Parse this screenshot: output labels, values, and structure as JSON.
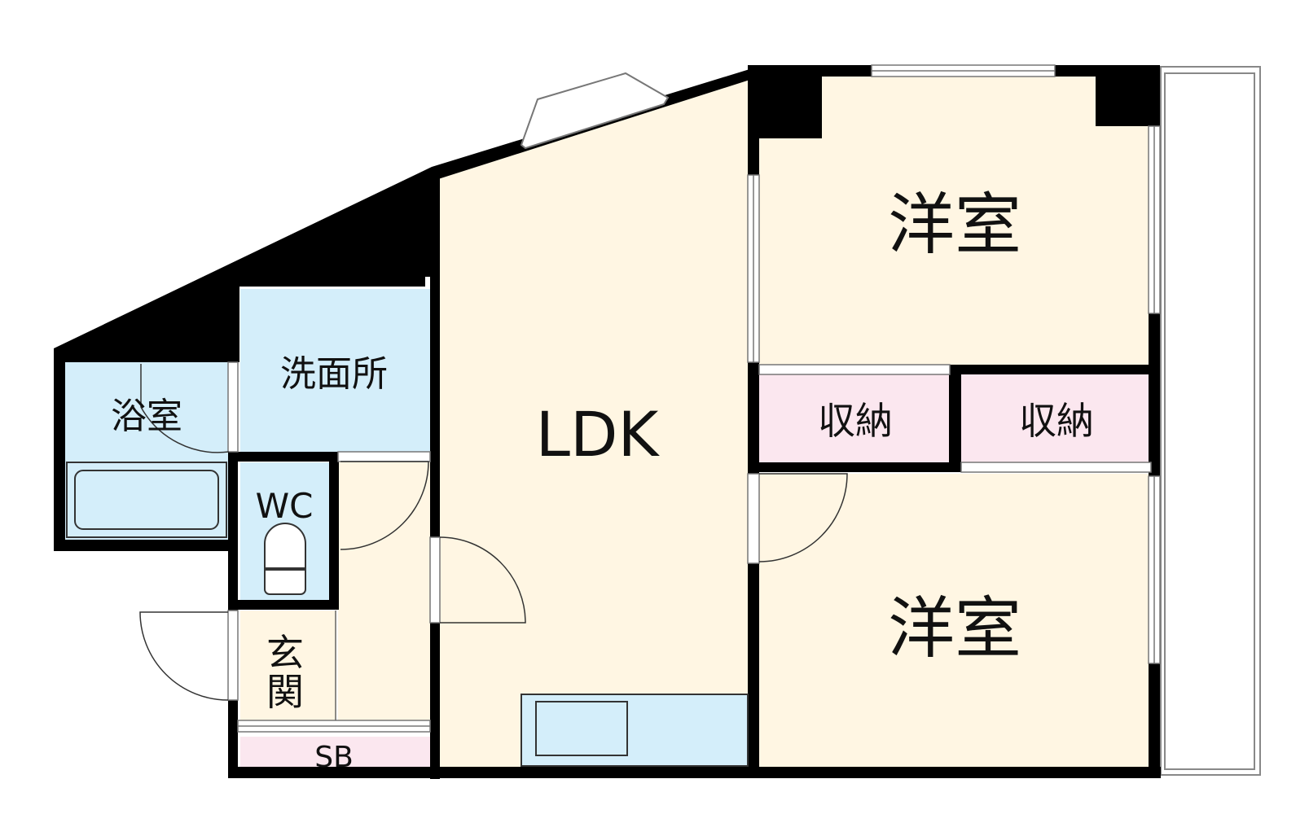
{
  "colors": {
    "wall": "#000000",
    "living": "#fff6e3",
    "wet_area": "#d4eefa",
    "storage": "#fbe7ef",
    "exterior": "#ffffff"
  },
  "rooms": {
    "ldk": "LDK",
    "western_room_1": "洋室",
    "western_room_2": "洋室",
    "storage_1": "収納",
    "storage_2": "収納",
    "washroom": "洗面所",
    "bathroom": "浴室",
    "toilet": "WC",
    "entrance_line1": "玄",
    "entrance_line2": "関",
    "shoe_box": "SB"
  }
}
